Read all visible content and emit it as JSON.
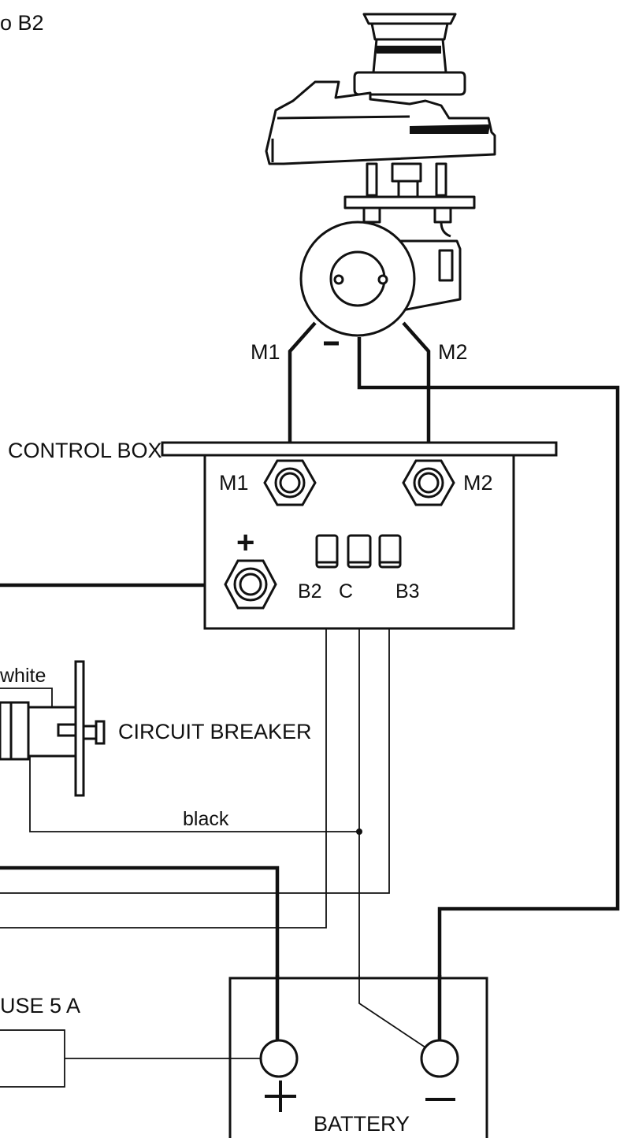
{
  "labels": {
    "to_b2": "o B2",
    "m1_wire": "M1",
    "minus_motor": "-",
    "m2_wire": "M2",
    "control_box": "CONTROL BOX",
    "m1_terminal": "M1",
    "m2_terminal": "M2",
    "plus_terminal": "+",
    "b2": "B2",
    "c": "C",
    "b3": "B3",
    "white": "white",
    "circuit_breaker": "CIRCUIT BREAKER",
    "black": "black",
    "fuse": "USE 5 A",
    "battery_plus": "+",
    "battery_minus": "−",
    "battery": "BATTERY"
  },
  "colors": {
    "line": "#111111",
    "background": "#ffffff"
  }
}
